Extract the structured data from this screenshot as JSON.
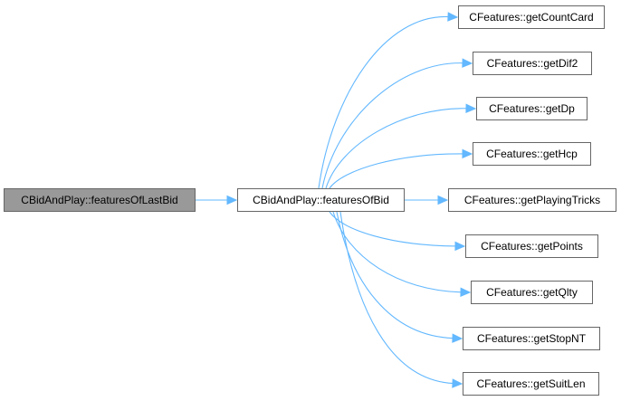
{
  "graph": {
    "root": "CBidAndPlay::featuresOfLastBid",
    "caller": "CBidAndPlay::featuresOfBid",
    "callees": [
      "CFeatures::getCountCard",
      "CFeatures::getDif2",
      "CFeatures::getDp",
      "CFeatures::getHcp",
      "CFeatures::getPlayingTricks",
      "CFeatures::getPoints",
      "CFeatures::getQlty",
      "CFeatures::getStopNT",
      "CFeatures::getSuitLen"
    ]
  },
  "colors": {
    "edge": "#63b8ff",
    "root_fill": "#999999",
    "node_border": "#666666"
  }
}
